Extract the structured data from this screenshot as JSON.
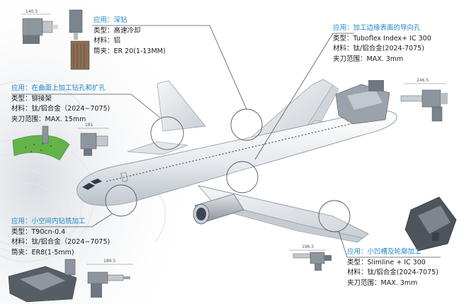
{
  "colors": {
    "accent": "#1f86c9",
    "text": "#1a1a1a",
    "leader": "#555555"
  },
  "callouts": {
    "deep_drill": {
      "application": "应用：深钻",
      "type": "类型：高速冷却",
      "material": "材料：铝",
      "spec": "筒夹：ER 20(1-13MM)",
      "dims": [
        "140.5"
      ]
    },
    "edge_holes": {
      "application": "应用：加工边缘表面的导向孔",
      "type": "类型：Tuboflex Index+ IC 300",
      "material": "材料：钛/铝合金(2024-7075)",
      "spec": "夹刀范围：MAX. 3mm",
      "dims": [
        "246.5"
      ]
    },
    "curved_surface": {
      "application": "应用：在曲面上加工钻孔和扩孔",
      "type": "类型：铆接架",
      "material": "材料：钛/铝合金（2024−7075)",
      "spec": "夹刀范围：MAX. 15mm",
      "dims": [
        "181"
      ]
    },
    "small_space": {
      "application": "应用：小空间内钻铣加工",
      "type": "类型：T90cn-0.4",
      "material": "材料：钛/铝合金（2024−7075)",
      "spec": "筒夹：ER8(1-5mm)",
      "dims": [
        "189.5"
      ]
    },
    "groove_contour": {
      "application": "应用：小凹槽及轮廓加工",
      "type": "类型：Slimline + IC 300",
      "material": "材料：钛/铝合金(2024-7075)",
      "spec": "夹刀范围：MAX. 3mm",
      "dims": [
        "196.5"
      ]
    }
  }
}
